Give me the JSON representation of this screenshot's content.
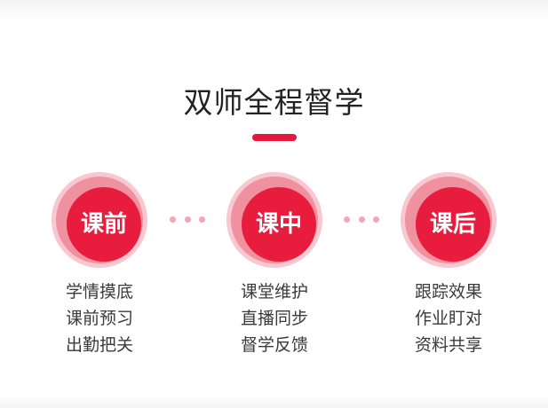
{
  "title": "双师全程督学",
  "colors": {
    "accent": "#e6173d",
    "ring_light": "#f8c7cf",
    "ring_mid": "#f0919f",
    "dot": "#f2a7b2"
  },
  "steps": [
    {
      "label": "课前",
      "items": [
        "学情摸底",
        "课前预习",
        "出勤把关"
      ]
    },
    {
      "label": "课中",
      "items": [
        "课堂维护",
        "直播同步",
        "督学反馈"
      ]
    },
    {
      "label": "课后",
      "items": [
        "跟踪效果",
        "作业盯对",
        "资料共享"
      ]
    }
  ]
}
